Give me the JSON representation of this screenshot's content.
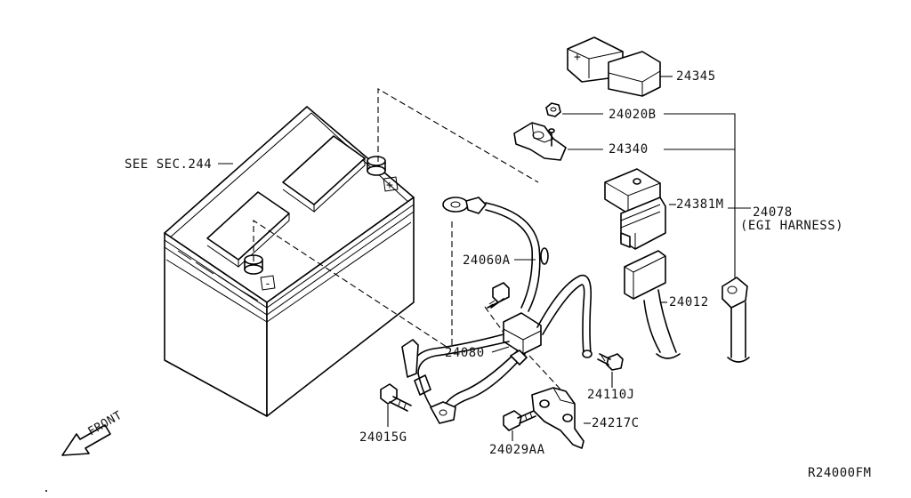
{
  "diagram": {
    "labels": {
      "see_sec": "SEE SEC.244",
      "p24345": "24345",
      "p24020b": "24020B",
      "p24340": "24340",
      "p24381m": "24381M",
      "p24078": "24078",
      "egi_harness": "(EGI HARNESS)",
      "p24012": "24012",
      "p24060a": "24060A",
      "p24080": "24080",
      "p24110j": "24110J",
      "p24217c": "24217C",
      "p24015g": "24015G",
      "p24029aa": "24029AA",
      "front": "FRONT",
      "figure_code": "R24000FM",
      "battery_plus": "+",
      "battery_minus": "-",
      "cover_plus": "+"
    }
  }
}
